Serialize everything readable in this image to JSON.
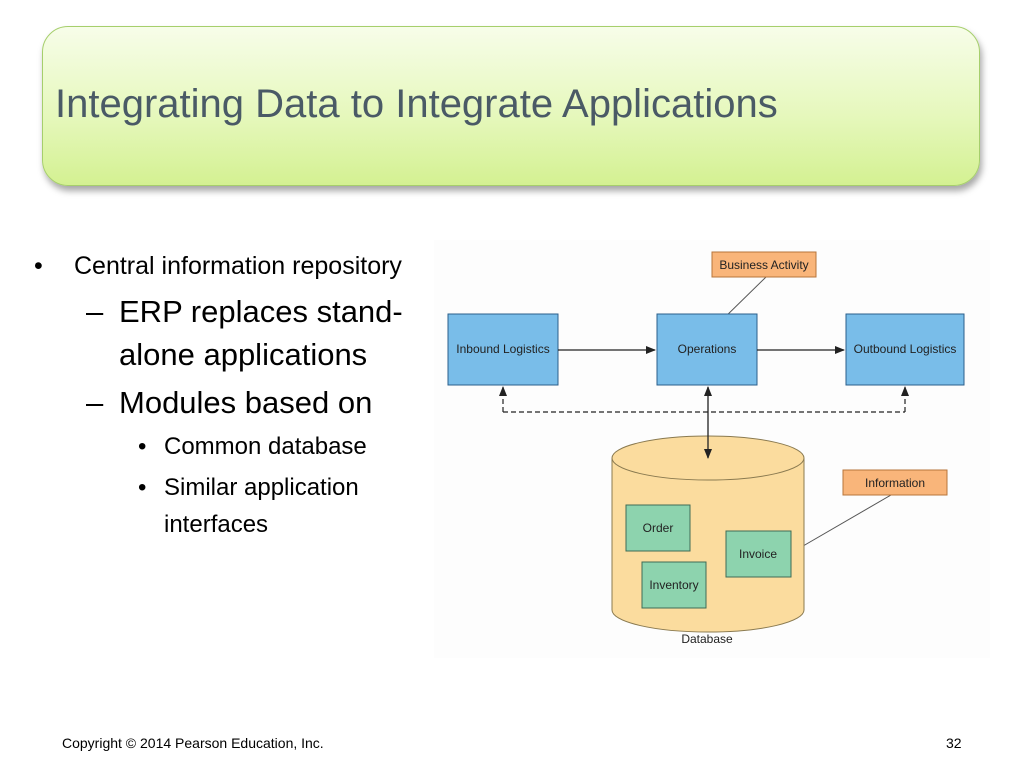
{
  "slide": {
    "title": "Integrating Data to Integrate Applications",
    "footer_copyright": "Copyright © 2014 Pearson Education, Inc.",
    "page_number": "32"
  },
  "bullets": {
    "level1": {
      "marker": "•",
      "text": "Central information repository"
    },
    "level2": [
      {
        "marker": "–",
        "text": "ERP replaces stand-alone applications"
      },
      {
        "marker": "–",
        "text": "Modules based on"
      }
    ],
    "level3": [
      {
        "marker": "•",
        "text": "Common database"
      },
      {
        "marker": "•",
        "text": "Similar application interfaces"
      }
    ]
  },
  "diagram": {
    "callouts": {
      "business_activity": "Business Activity",
      "information": "Information"
    },
    "processes": {
      "inbound": "Inbound Logistics",
      "operations": "Operations",
      "outbound": "Outbound Logistics"
    },
    "database": {
      "label": "Database",
      "modules": {
        "order": "Order",
        "invoice": "Invoice",
        "inventory": "Inventory"
      }
    },
    "colors": {
      "process_fill": "#79bde9",
      "process_stroke": "#2c5f8a",
      "callout_fill": "#f9b57a",
      "database_fill": "#fbdc9e",
      "module_fill": "#8dd3ae"
    }
  }
}
